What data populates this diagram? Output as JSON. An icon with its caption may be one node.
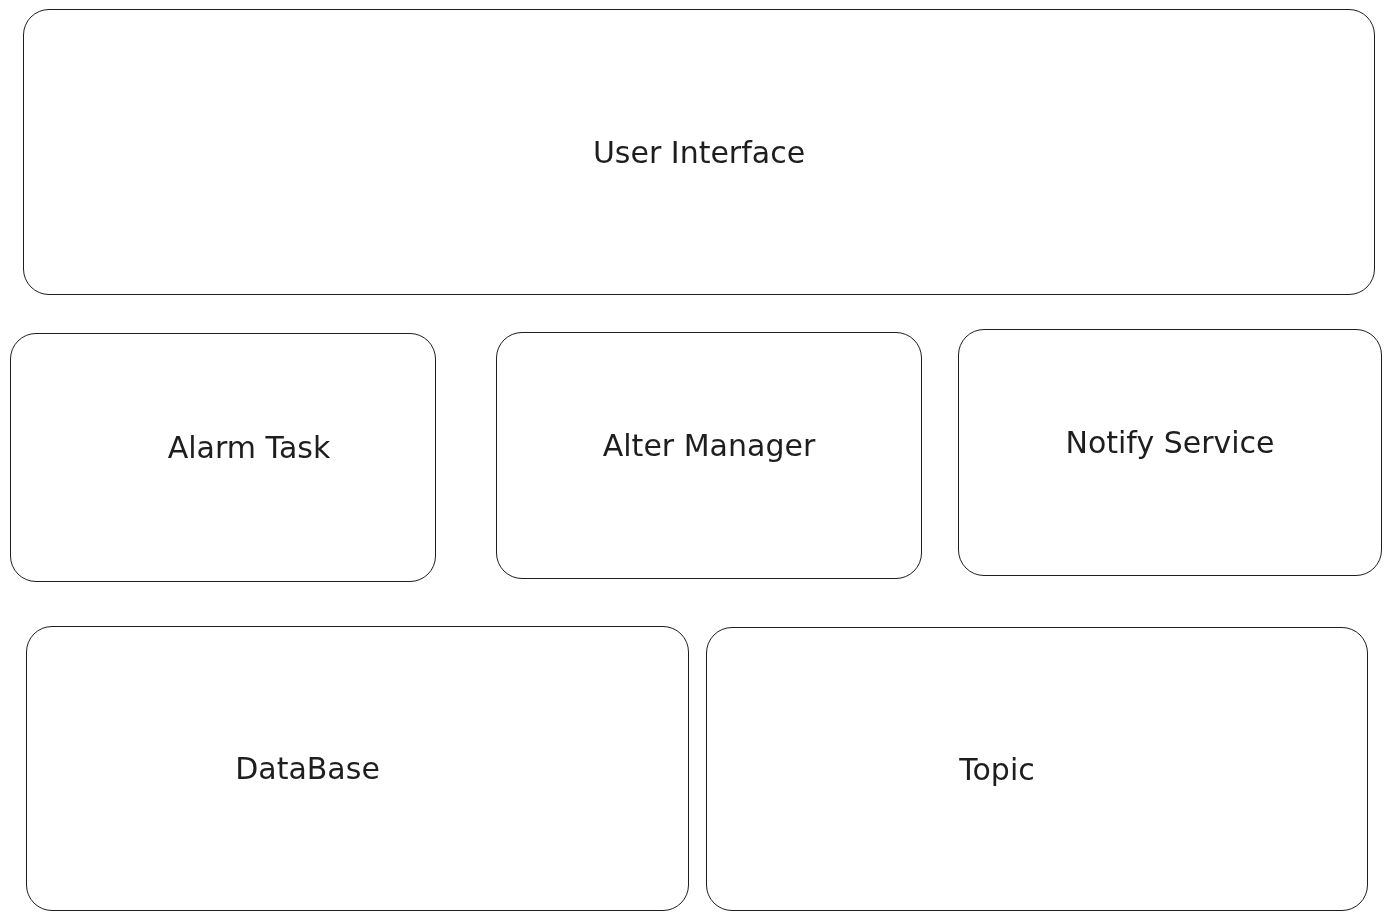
{
  "diagram": {
    "nodes": [
      {
        "text": [
          "User Interface"
        ]
      },
      {
        "text": [
          "Alarm Task"
        ]
      },
      {
        "text": [
          "Alter Manager"
        ]
      },
      {
        "text": [
          "Notify Service"
        ]
      },
      {
        "text": [
          "DataBase"
        ]
      },
      {
        "text": [
          "Topic"
        ]
      }
    ]
  }
}
